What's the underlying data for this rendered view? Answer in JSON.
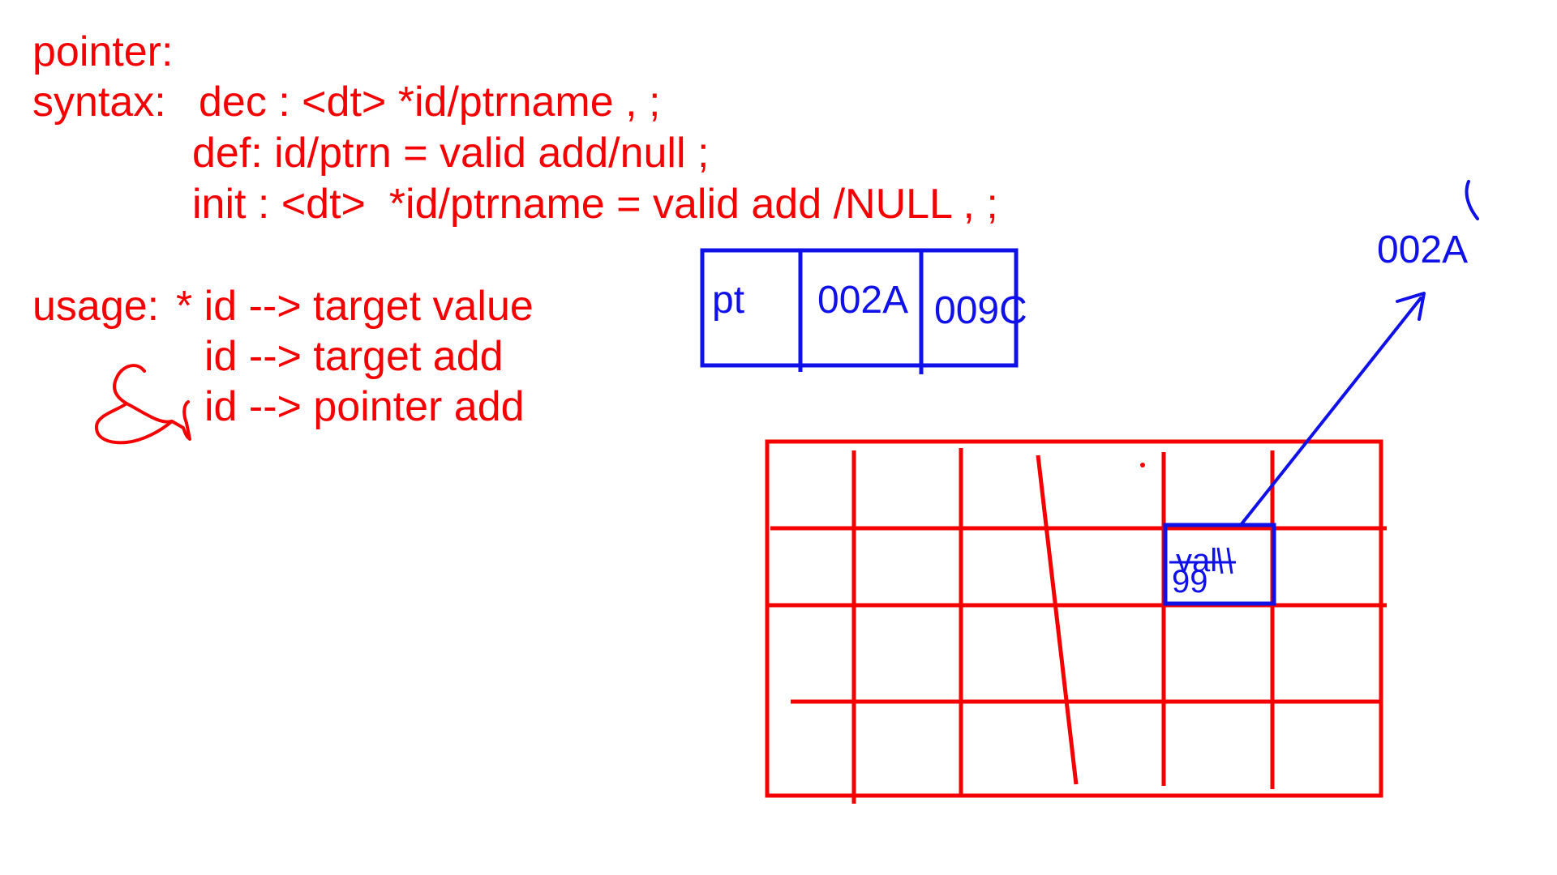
{
  "notes": {
    "line1": "pointer:",
    "line2_label": "syntax:",
    "line2_rest": "dec : <dt> *id/ptrname , ;",
    "line3": "def: id/ptrn = valid add/null ;",
    "line4": "init : <dt>  *id/ptrname = valid add /NULL , ;",
    "usage_label": "usage:",
    "usage1": "* id --> target value",
    "usage2": "id --> target add",
    "usage3": "id --> pointer add"
  },
  "pointer_box": {
    "name": "pt",
    "value": "002A",
    "address": "009C"
  },
  "memory_cell": {
    "name_crossed": "val",
    "value": "99"
  },
  "arrow_target": {
    "label": "002A"
  },
  "colors": {
    "ink_red": "#f40000",
    "ink_blue": "#1010e8",
    "background": "#ffffff"
  }
}
